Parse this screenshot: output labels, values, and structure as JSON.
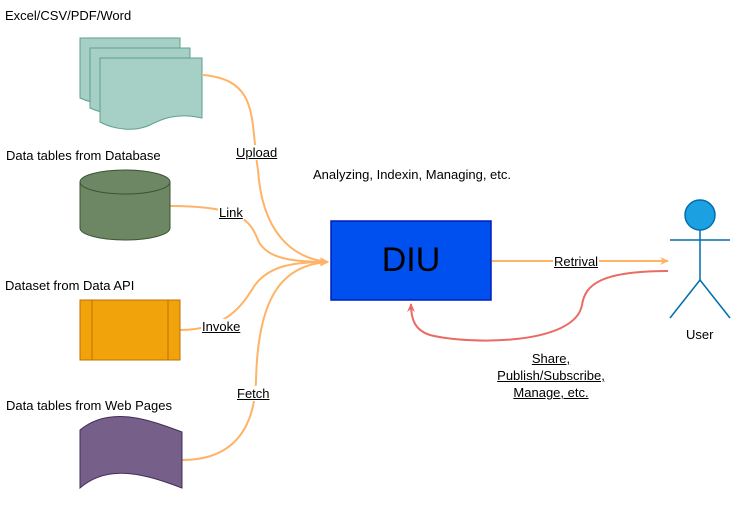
{
  "sources": {
    "files": {
      "label": "Excel/CSV/PDF/Word"
    },
    "database": {
      "label": "Data tables from Database"
    },
    "api": {
      "label": "Dataset from Data API"
    },
    "web": {
      "label": "Data tables from Web Pages"
    }
  },
  "edges": {
    "upload": "Upload",
    "link": "Link",
    "invoke": "Invoke",
    "fetch": "Fetch",
    "retrival": "Retrival",
    "share": [
      "Share,",
      "Publish/Subscribe,",
      "Manage, etc."
    ]
  },
  "center": {
    "title": "DIU",
    "caption": "Analyzing, Indexin, Managing, etc."
  },
  "user": {
    "label": "User"
  },
  "colors": {
    "files_fill": "#a6d0c6",
    "files_stroke": "#5fa08c",
    "database_fill": "#6d8764",
    "api_fill": "#f0a30a",
    "web_fill": "#76608a",
    "diu_fill": "#0050ef",
    "user_head": "#1ba1e2",
    "arrow_orange": "#ffb366",
    "arrow_red": "#ea6b66"
  }
}
